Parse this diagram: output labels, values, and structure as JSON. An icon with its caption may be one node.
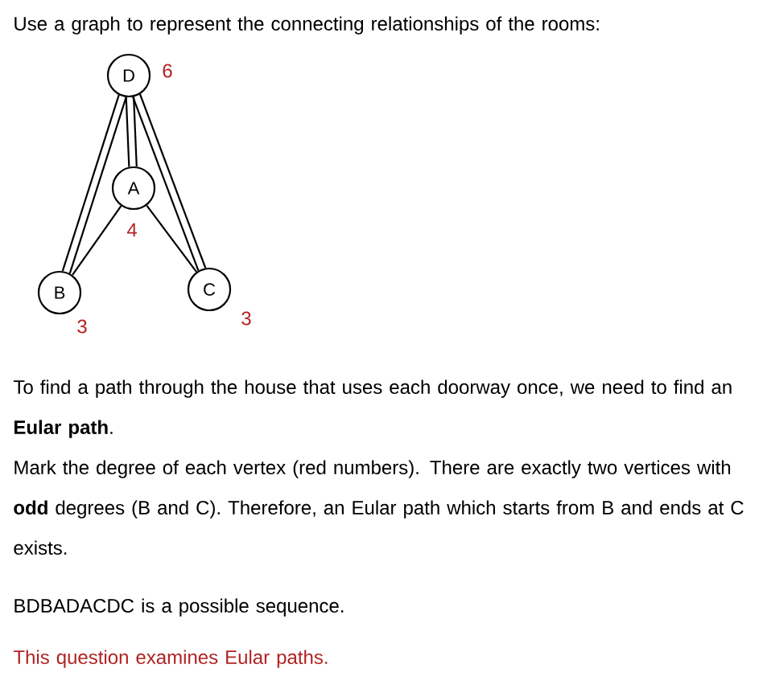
{
  "diagram": {
    "nodes": [
      {
        "text": [
          "D"
        ],
        "beside": [
          "6"
        ]
      },
      {
        "text": [
          "A"
        ],
        "beside": [
          "4"
        ]
      },
      {
        "text": [
          "B"
        ],
        "beside": [
          "3"
        ]
      },
      {
        "text": [
          "C"
        ],
        "beside": [
          "3"
        ]
      }
    ],
    "edges": [
      {
        "from": 0,
        "to": 1,
        "arrow": "none"
      },
      {
        "from": 0,
        "to": 1,
        "arrow": "none"
      },
      {
        "from": 0,
        "to": 2,
        "arrow": "none"
      },
      {
        "from": 0,
        "to": 2,
        "arrow": "none"
      },
      {
        "from": 0,
        "to": 3,
        "arrow": "none"
      },
      {
        "from": 0,
        "to": 3,
        "arrow": "none"
      },
      {
        "from": 1,
        "to": 2,
        "arrow": "none"
      },
      {
        "from": 1,
        "to": 3,
        "arrow": "none"
      }
    ],
    "labels": [
      "Use a graph to represent the connecting relationships of the rooms:",
      "To find a path through the house that uses each doorway once, we need to find an **Eular path**.",
      "Mark the degree of each vertex (red numbers). There are exactly two vertices with **odd** degrees (B and C). Therefore, an Eular path which starts from B and ends at C exists.",
      "BDBADACDC is a possible sequence.",
      "This question examines Eular paths."
    ]
  }
}
